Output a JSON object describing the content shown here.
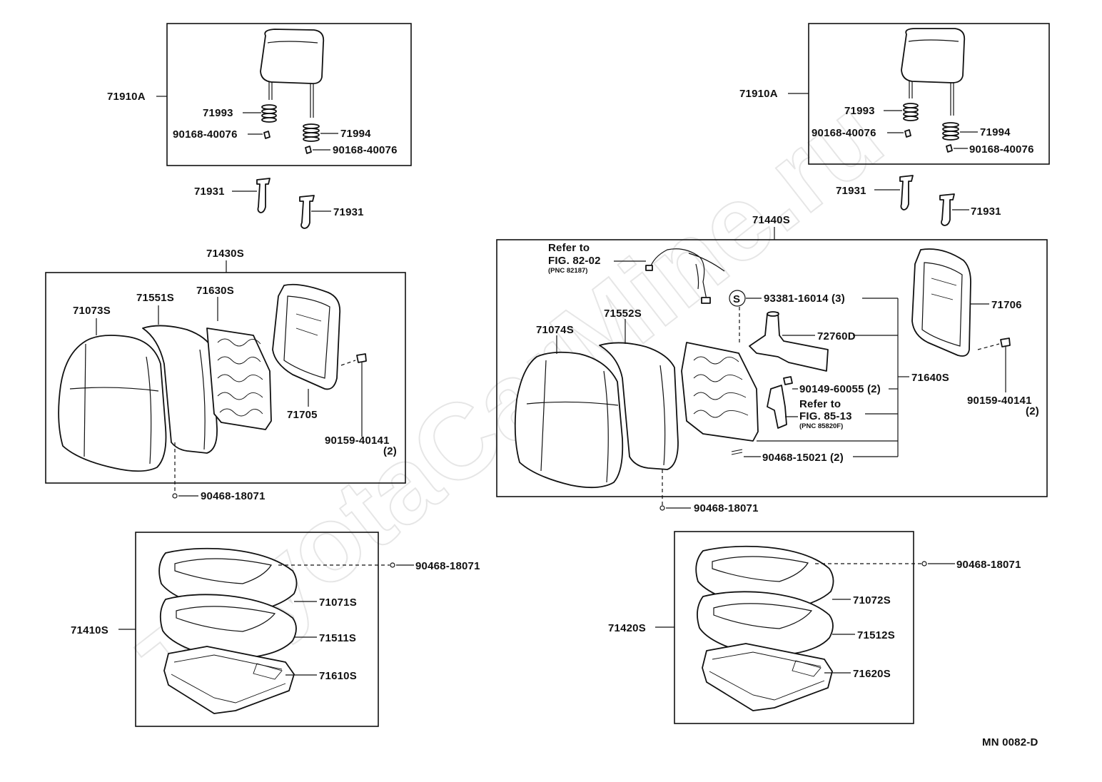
{
  "watermark": "ToyotaCarMine.ru",
  "figure_code": "MN 0082-D",
  "left": {
    "headrest": {
      "assembly": "71910A",
      "support_a": "71993",
      "clip_a": "90168-40076",
      "support_b": "71994",
      "clip_b": "90168-40076"
    },
    "guide_a": "71931",
    "guide_b": "71931",
    "seatback": {
      "assembly": "71430S",
      "cover": "71073S",
      "pad": "71551S",
      "spring": "71630S",
      "board": "71705",
      "screw": "90159-40141",
      "screw_qty": "(2)",
      "hog_ring": "90468-18071"
    },
    "cushion": {
      "assembly": "71410S",
      "cover": "71071S",
      "pad": "71511S",
      "frame": "71610S",
      "hog_ring": "90468-18071"
    }
  },
  "right": {
    "headrest": {
      "assembly": "71910A",
      "support_a": "71993",
      "clip_a": "90168-40076",
      "support_b": "71994",
      "clip_b": "90168-40076"
    },
    "guide_a": "71931",
    "guide_b": "71931",
    "seatback": {
      "assembly": "71440S",
      "refer_a_1": "Refer to",
      "refer_a_2": "FIG. 82-02",
      "refer_a_3": "(PNC 82187)",
      "cover": "71074S",
      "pad": "71552S",
      "s_mark": "S",
      "screw_s": "93381-16014 (3)",
      "motor": "72760D",
      "screw_b": "90149-60055 (2)",
      "refer_b_1": "Refer to",
      "refer_b_2": "FIG. 85-13",
      "refer_b_3": "(PNC 85820F)",
      "clip": "90468-15021 (2)",
      "frame_assy": "71640S",
      "board": "71706",
      "screw": "90159-40141",
      "screw_qty": "(2)",
      "hog_ring": "90468-18071"
    },
    "cushion": {
      "assembly": "71420S",
      "cover": "71072S",
      "pad": "71512S",
      "frame": "71620S",
      "hog_ring": "90468-18071"
    }
  }
}
